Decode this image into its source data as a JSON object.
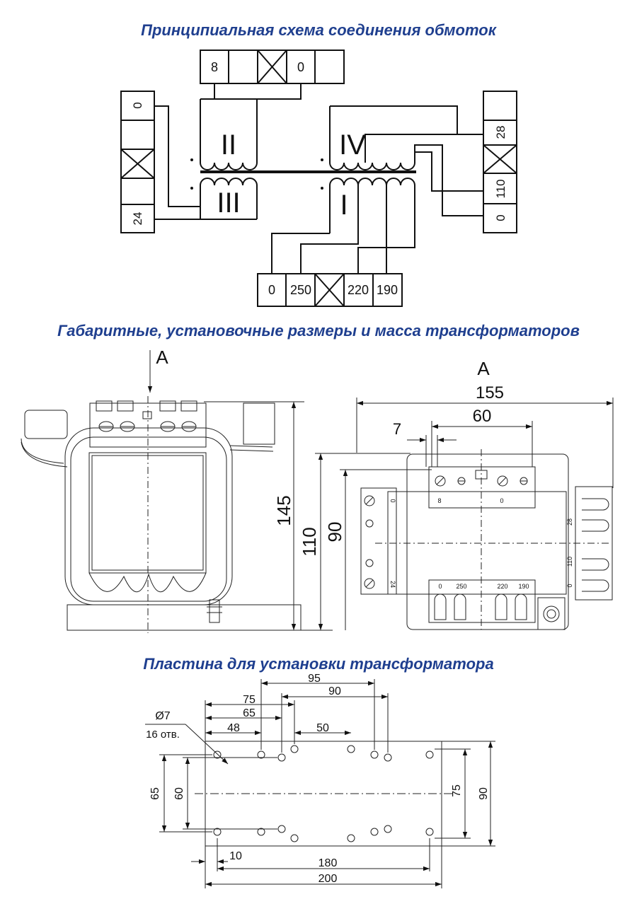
{
  "colors": {
    "heading": "#1f3f8f",
    "line": "#111111",
    "background": "#ffffff"
  },
  "headings": {
    "wiring": "Принципиальная схема соединения обмоток",
    "dimensions": "Габаритные, установочные размеры и масса трансформаторов",
    "plate": "Пластина для установки трансформатора"
  },
  "wiring": {
    "top_block": [
      "8",
      "0"
    ],
    "left_block": [
      "0",
      "24"
    ],
    "right_block": [
      "28",
      "110",
      "0"
    ],
    "bottom_block": [
      "0",
      "250",
      "220",
      "190"
    ],
    "windings": [
      "II",
      "III",
      "IV",
      "I"
    ]
  },
  "dimensions": {
    "view_label": "A",
    "view_arrow_label": "A",
    "height_145": "145",
    "height_110": "110",
    "height_90": "90",
    "width_155": "155",
    "width_60": "60",
    "width_7": "7",
    "terminals_top": [
      "8",
      "0"
    ],
    "terminals_left": [
      "0",
      "24"
    ],
    "terminals_right": [
      "28",
      "110",
      "0"
    ],
    "terminals_bottom": [
      "0",
      "250",
      "220",
      "190"
    ]
  },
  "plate": {
    "d95": "95",
    "d90": "90",
    "d75": "75",
    "d65": "65",
    "d48": "48",
    "d50": "50",
    "hole_diameter": "Ø7",
    "hole_count": "16 отв.",
    "v65": "65",
    "v60": "60",
    "v75": "75",
    "v90": "90",
    "d10": "10",
    "d180": "180",
    "d200": "200"
  }
}
